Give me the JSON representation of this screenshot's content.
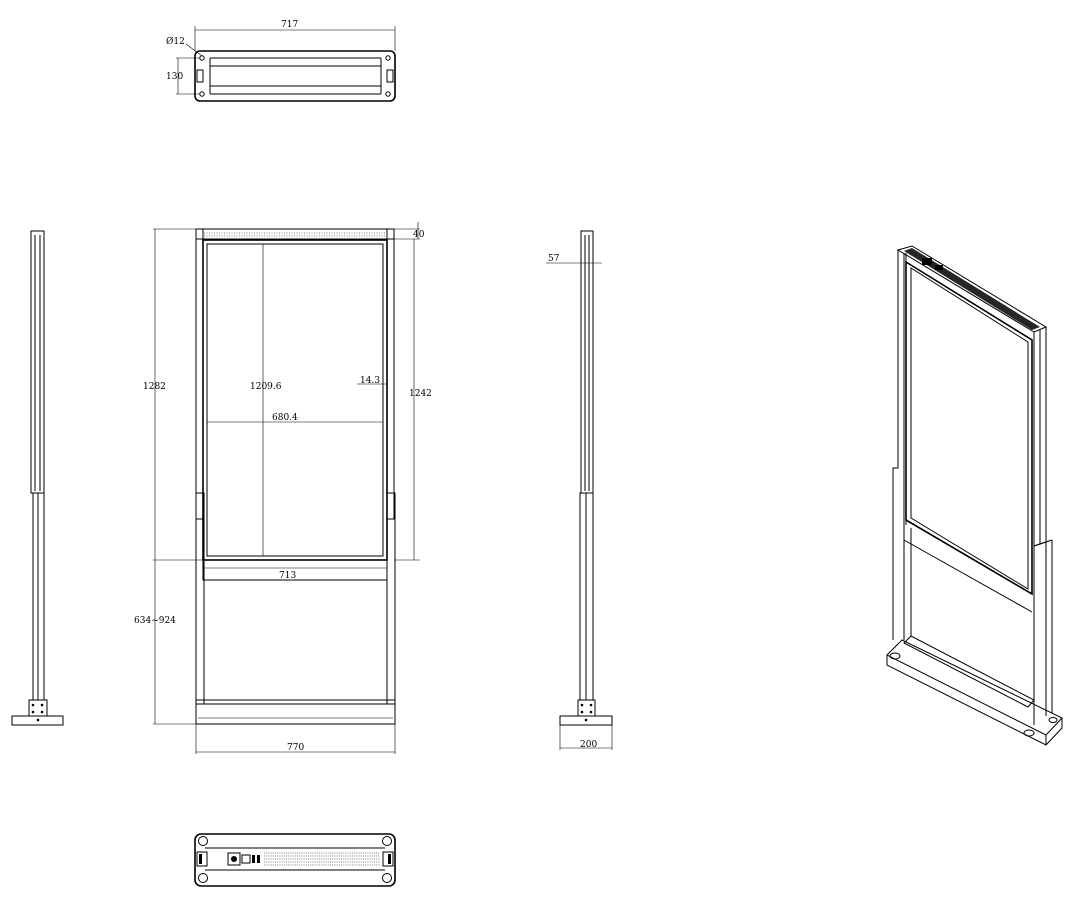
{
  "drawing": {
    "background": "#ffffff",
    "line_color": "#000000",
    "dimensions": {
      "top_width": "717",
      "hole_diameter": "Ø12",
      "top_depth": "130",
      "header_height": "40",
      "total_height": "1282",
      "screen_height": "1209.6",
      "screen_width": "680.4",
      "bezel": "14.3",
      "frame_height": "1242",
      "lower_width": "713",
      "leg_height": "634~924",
      "base_width": "770",
      "side_offset": "57",
      "base_depth": "200"
    }
  }
}
